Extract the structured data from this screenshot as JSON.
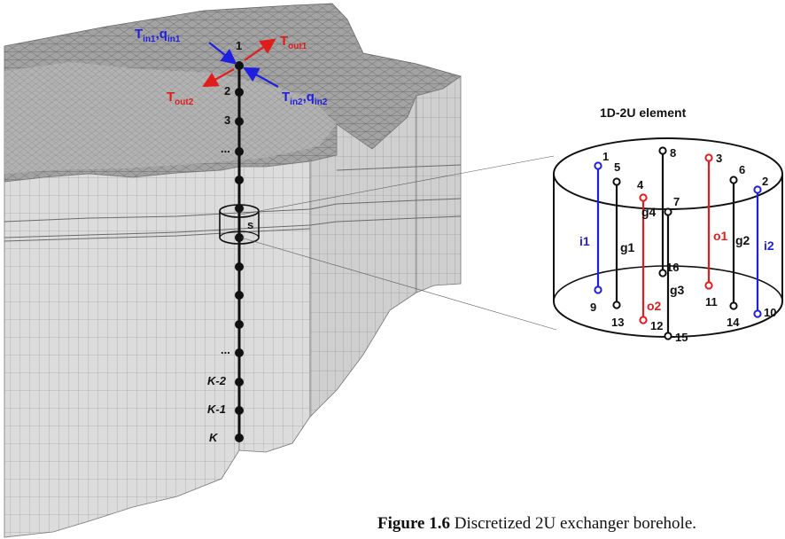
{
  "figure": {
    "caption_bold": "Figure 1.6",
    "caption_text": "Discretized 2U exchanger borehole."
  },
  "borehole": {
    "node_labels": {
      "n1": "1",
      "n2": "2",
      "n3": "3",
      "dots_top": "...",
      "dots_bottom": "...",
      "k_minus_2": "K-2",
      "k_minus_1": "K-1",
      "k": "K"
    },
    "element_label": "s",
    "inflow_1": {
      "t_base": "T",
      "t_sub": "in1",
      "sep": ",",
      "q_base": "q",
      "q_sub": "in1"
    },
    "inflow_2": {
      "t_base": "T",
      "t_sub": "in2",
      "sep": ",",
      "q_base": "q",
      "q_sub": "in2"
    },
    "outflow_1": {
      "base": "T",
      "sub": "out1"
    },
    "outflow_2": {
      "base": "T",
      "sub": "out2"
    }
  },
  "element": {
    "title": "1D-2U element",
    "pipes": [
      "i1",
      "o2",
      "o1",
      "i2"
    ],
    "grout_zones": [
      "g1",
      "g2",
      "g3",
      "g4"
    ],
    "top_nodes": [
      "1",
      "5",
      "4",
      "8",
      "7",
      "3",
      "6",
      "2"
    ],
    "bottom_nodes": [
      "9",
      "13",
      "12",
      "16",
      "15",
      "11",
      "14",
      "10"
    ]
  },
  "colors": {
    "inlet": "#1f1fe0",
    "outlet": "#e01c1c",
    "grout": "#111111",
    "mesh_face": "#d9d9d9",
    "mesh_top": "#9a9a9a"
  }
}
